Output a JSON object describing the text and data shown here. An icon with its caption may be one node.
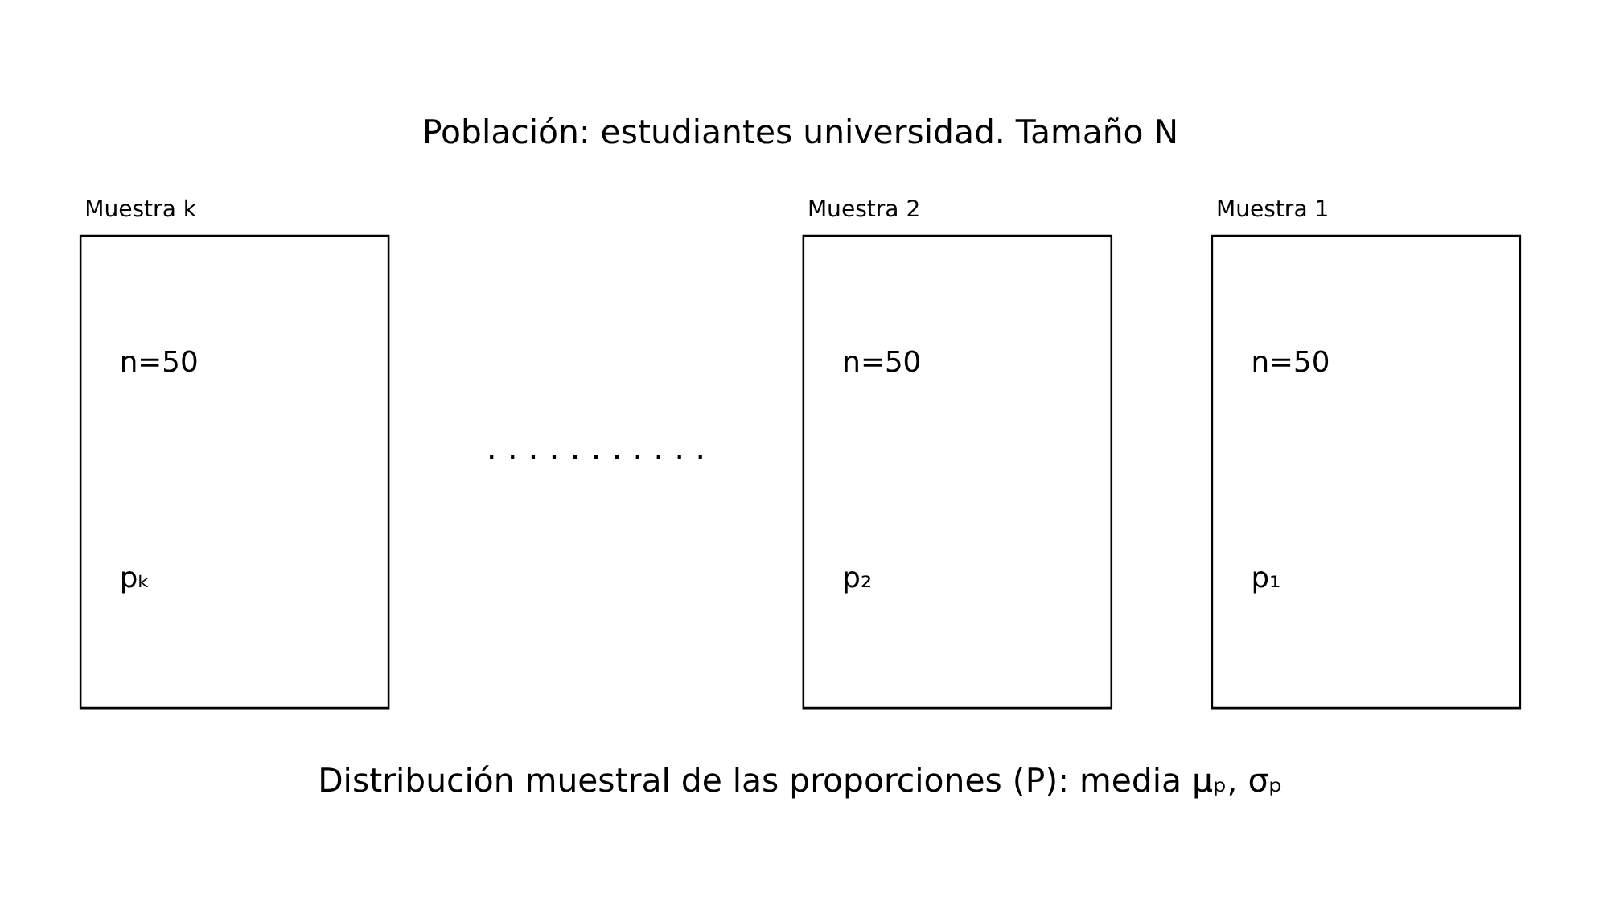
{
  "diagram": {
    "title": "Población: estudiantes universidad. Tamaño N",
    "caption": "Distribución muestral de las proporciones (P): media μₚ, σₚ",
    "nodes": [
      {
        "text": [
          "Muestra 1",
          "n=50",
          "p₁"
        ]
      },
      {
        "text": [
          "Muestra 2",
          "n=50",
          "p₂"
        ]
      },
      {
        "text": [
          "Muestra k",
          "n=50",
          "pₖ"
        ]
      }
    ],
    "labels": [
      ". . . . . . . . . . ."
    ]
  }
}
